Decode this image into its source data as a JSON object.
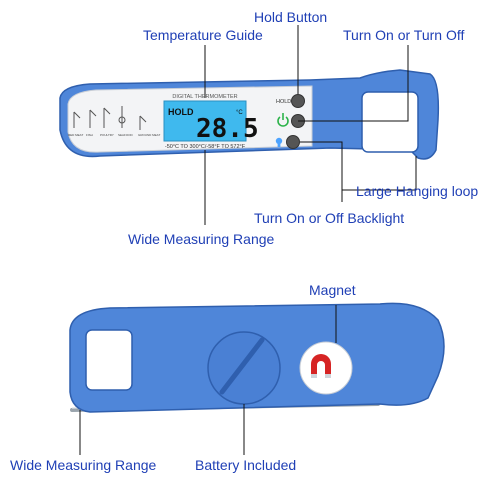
{
  "callouts": {
    "hold_button": "Hold Button",
    "temperature_guide": "Temperature Guide",
    "turn_on_off": "Turn On or Turn Off",
    "hanging_loop": "Large Hanging loop",
    "backlight": "Turn On or Off Backlight",
    "range_top": "Wide Measuring Range",
    "magnet": "Magnet",
    "range_bottom": "Wide Measuring Range",
    "battery": "Battery Included"
  },
  "device": {
    "brand_text": "DIGITAL THERMOMETER",
    "lcd_mode": "HOLD",
    "lcd_reading": "28.5",
    "lcd_unit": "°C",
    "range_text": "-50°C TO 300°C/-58°F TO 572°F",
    "hold_button_label": "HOLD",
    "guide_labels": [
      "RED MEAT",
      "FISH",
      "POULTRY",
      "SEAFOOD",
      "GROUND MEAT"
    ]
  },
  "colors": {
    "body": "#4f86d9",
    "body_dark": "#3a6cc0",
    "face": "#f3f4f6",
    "lcd": "#3fb9ee",
    "label": "#1f3fb5"
  }
}
